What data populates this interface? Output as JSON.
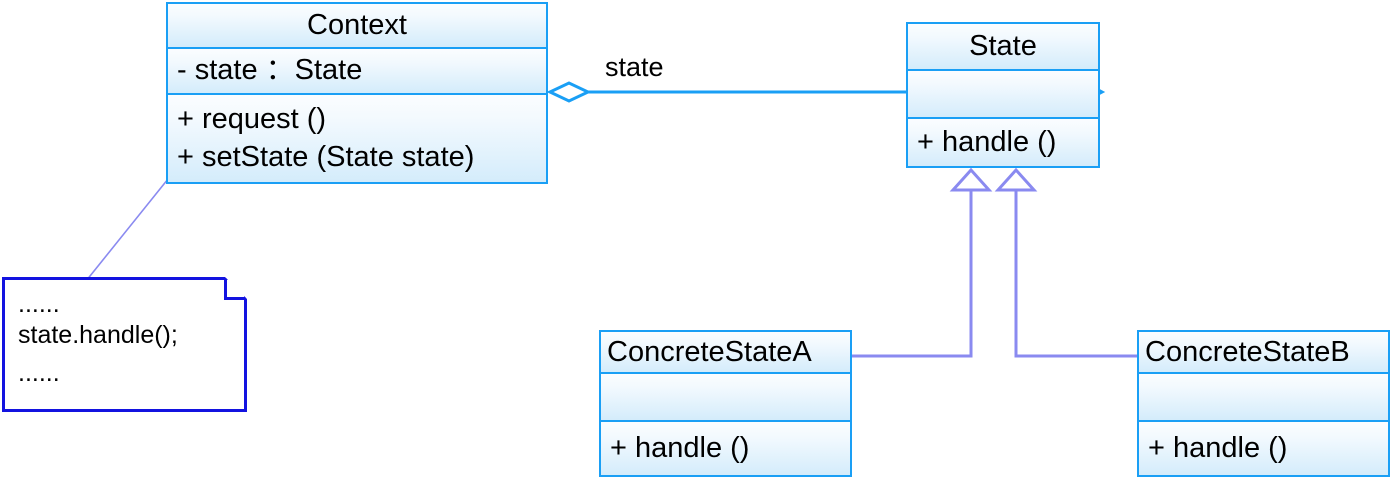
{
  "diagram": {
    "title": "State Pattern UML Class Diagram",
    "colors": {
      "class_border": "#1a9ff5",
      "class_fill_top": "#fbfdff",
      "class_fill_bottom": "#d4ecfb",
      "note_border": "#1313e0",
      "association_line": "#1a9ff5",
      "generalization_line": "#8a8af0",
      "note_anchor_line": "#8a8af0",
      "text": "#000000"
    },
    "classes": [
      {
        "id": "context",
        "name": "Context",
        "attributes": [
          "- state ：State"
        ],
        "operations": [
          "+ request ()",
          "+ setState (State state)"
        ]
      },
      {
        "id": "state",
        "name": "State",
        "attributes": [],
        "operations": [
          "+ handle ()"
        ]
      },
      {
        "id": "concrete-state-a",
        "name": "ConcreteStateA",
        "attributes": [],
        "operations": [
          "+ handle ()"
        ]
      },
      {
        "id": "concrete-state-b",
        "name": "ConcreteStateB",
        "attributes": [],
        "operations": [
          "+ handle ()"
        ]
      }
    ],
    "note": {
      "id": "context-request-note",
      "lines": [
        "......",
        "state.handle();",
        "......"
      ],
      "anchored_to": "context"
    },
    "relationships": [
      {
        "id": "context-state-association",
        "type": "aggregation",
        "source": "context",
        "target": "state",
        "label": "state"
      },
      {
        "id": "concrete-state-a-generalization",
        "type": "generalization",
        "source": "concrete-state-a",
        "target": "state",
        "label": ""
      },
      {
        "id": "concrete-state-b-generalization",
        "type": "generalization",
        "source": "concrete-state-b",
        "target": "state",
        "label": ""
      }
    ]
  }
}
